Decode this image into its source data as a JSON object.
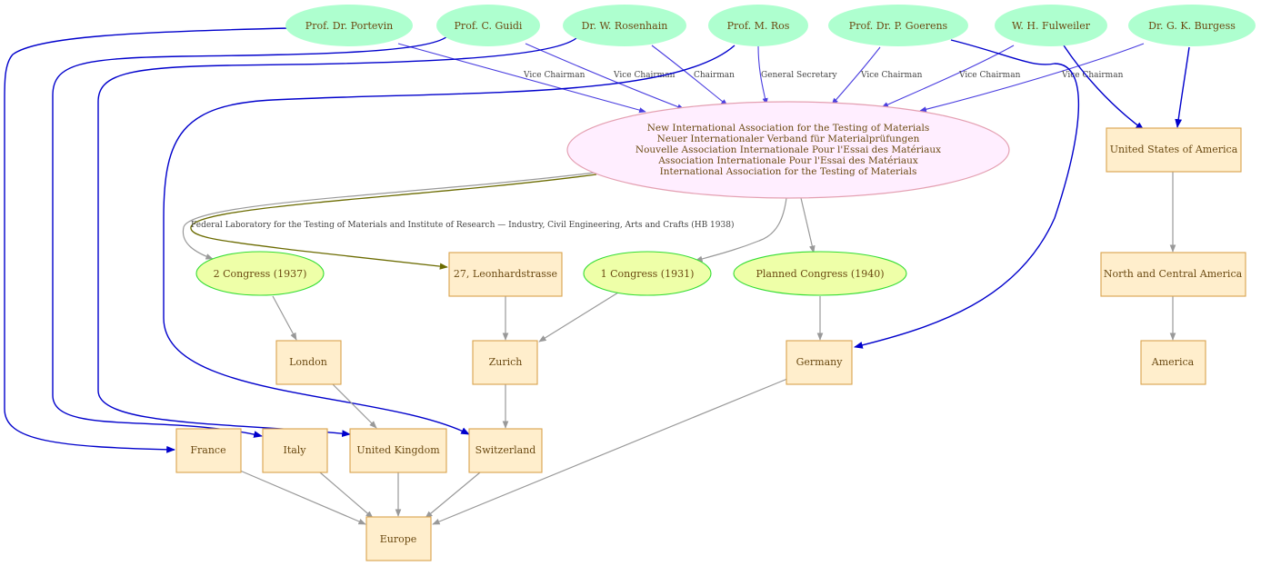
{
  "colors": {
    "person_fill": "#aeffcf",
    "org_fill": "#ffeeff",
    "org_stroke": "#e4a0b2",
    "congress_fill": "#eeffa8",
    "congress_stroke": "#33dd33",
    "place_fill": "#ffeecc",
    "place_stroke": "#d9a24c",
    "text": "#6b4a12",
    "edge_role": "#4a3ee0",
    "edge_country": "#0000cc",
    "edge_hier": "#999999",
    "edge_address": "#6b6b00"
  },
  "persons": {
    "portevin": "Prof. Dr. Portevin",
    "guidi": "Prof. C. Guidi",
    "rosenhain": "Dr. W. Rosenhain",
    "ros": "Prof. M. Ros",
    "goerens": "Prof. Dr. P. Goerens",
    "fulweiler": "W. H. Fulweiler",
    "burgess": "Dr. G. K. Burgess"
  },
  "organization": {
    "names": [
      "New International Association for the Testing of Materials",
      "Neuer Internationaler Verband für Materialprüfungen",
      "Nouvelle Association Internationale Pour l'Essai des Matériaux",
      "Association Internationale Pour l'Essai des Matériaux",
      "International Association for the Testing of Materials"
    ]
  },
  "congresses": {
    "c1937": "2 Congress (1937)",
    "c1931": "1 Congress (1931)",
    "c1940": "Planned Congress (1940)"
  },
  "places": {
    "address": "27, Leonhardstrasse",
    "usa": "United States of America",
    "nca": "North and Central America",
    "america": "America",
    "london": "London",
    "zurich": "Zurich",
    "germany": "Germany",
    "france": "France",
    "italy": "Italy",
    "uk": "United Kingdom",
    "switzerland": "Switzerland",
    "europe": "Europe"
  },
  "edge_labels": {
    "portevin": "Vice Chairman",
    "guidi": "Vice Chairman",
    "rosenhain": "Chairman",
    "ros": "General Secretary",
    "goerens": "Vice Chairman",
    "fulweiler": "Vice Chairman",
    "burgess": "Vice Chairman",
    "address": "Federal Laboratory for the Testing of Materials and Institute of Research — Industry, Civil Engineering, Arts and Crafts (HB 1938)"
  }
}
